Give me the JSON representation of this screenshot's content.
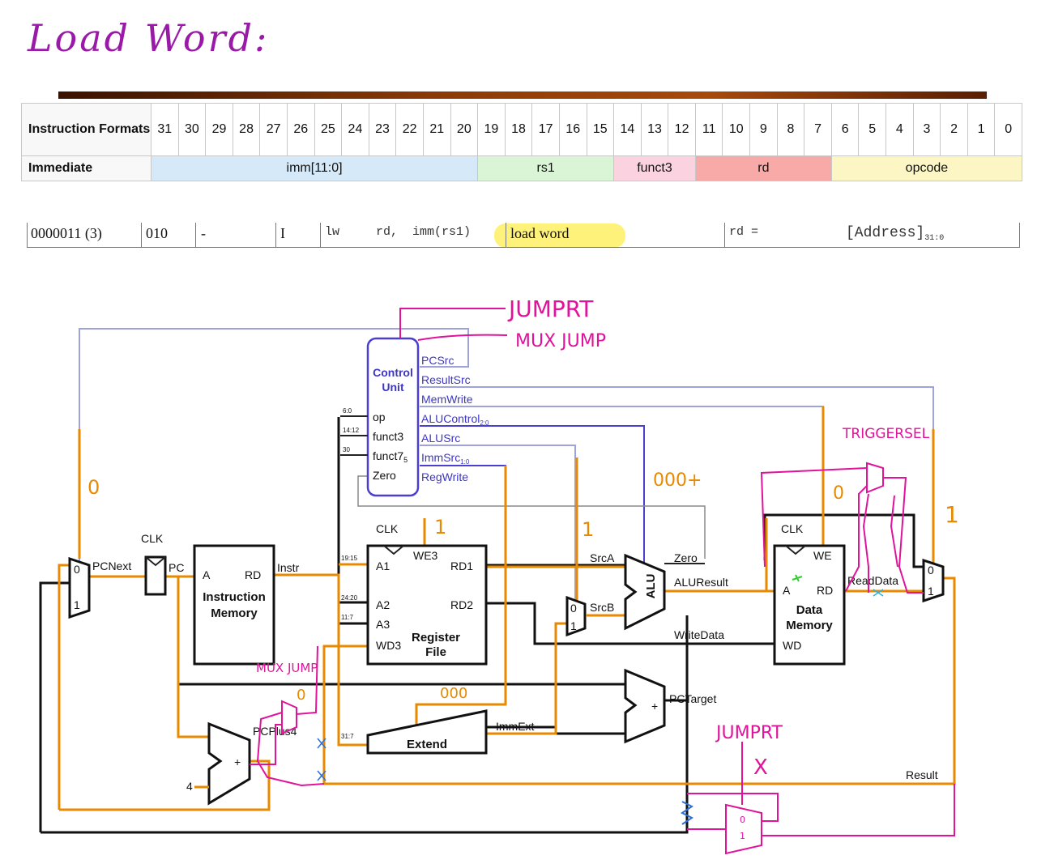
{
  "title": "Load Word:",
  "format_table": {
    "header_label": "Instruction Formats",
    "bits": [
      "31",
      "30",
      "29",
      "28",
      "27",
      "26",
      "25",
      "24",
      "23",
      "22",
      "21",
      "20",
      "19",
      "18",
      "17",
      "16",
      "15",
      "14",
      "13",
      "12",
      "11",
      "10",
      "9",
      "8",
      "7",
      "6",
      "5",
      "4",
      "3",
      "2",
      "1",
      "0"
    ],
    "row_label": "Immediate",
    "fields": [
      "imm[11:0]",
      "rs1",
      "funct3",
      "rd",
      "opcode"
    ]
  },
  "lw_row": {
    "opcode": "0000011 (3)",
    "funct3": "010",
    "funct7": "-",
    "type": "I",
    "syntax": "lw     rd,  imm(rs1)",
    "description": "load word",
    "operation": "rd =",
    "operation_rhs": "[Address]",
    "operation_sub": "31:0"
  },
  "datapath": {
    "control_unit": [
      "Control",
      "Unit"
    ],
    "control_inputs": [
      "op",
      "funct3",
      "funct7",
      "Zero"
    ],
    "funct7_sub": "5",
    "control_outputs": [
      "PCSrc",
      "ResultSrc",
      "MemWrite",
      "ALUControl",
      "ALUSrc",
      "ImmSrc",
      "RegWrite"
    ],
    "alucontrol_sub": "2:0",
    "immsrc_sub": "1:0",
    "bit_fields": [
      "6:0",
      "14:12",
      "30",
      "19:15",
      "24:20",
      "11:7",
      "31:7"
    ],
    "clk": "CLK",
    "pc_labels": [
      "PCNext",
      "PC"
    ],
    "instr_mem": [
      "A",
      "RD",
      "Instruction",
      "Memory"
    ],
    "instr": "Instr",
    "regfile": [
      "A1",
      "A2",
      "A3",
      "WD3",
      "WE3",
      "RD1",
      "RD2",
      "Register",
      "File"
    ],
    "alu": "ALU",
    "srca": "SrcA",
    "srcb": "SrcB",
    "zero": "Zero",
    "aluresult": "ALUResult",
    "writedata": "WriteData",
    "data_mem": [
      "WE",
      "A",
      "RD",
      "WD",
      "Data",
      "Memory"
    ],
    "readdata": "ReadData",
    "extend": "Extend",
    "immext": "ImmExt",
    "pctarget": "PCTarget",
    "pcplus4": "PCPlus4",
    "four": "4",
    "result": "Result",
    "mux_labels": [
      "0",
      "1"
    ],
    "plus": "+"
  },
  "annotations": {
    "jumprt_top": "JUMPRT",
    "muxjump_top": "MUX JUMP",
    "triggersel": "TRIGGERSEL",
    "muxjump_left": "MUX JUMP",
    "jumprt_bottom": "JUMPRT",
    "x_mark": "X",
    "pcsrc_val": "0",
    "alucontrol_val": "000+",
    "regwrite_val": "1",
    "alusrc_val": "1",
    "immsrc_val": "000",
    "triggersel_val": "0",
    "resultsrc_val": "1",
    "muxjump_val": "0"
  },
  "colors": {
    "handwriting": "#e0139a",
    "orange_path": "#e88a00",
    "control": "#4a3fd0",
    "title": "#9a1aa8"
  }
}
